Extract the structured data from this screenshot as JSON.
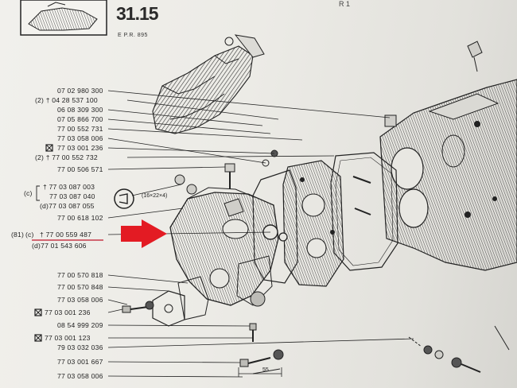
{
  "header": {
    "page_number": "31.15",
    "sub_label": "E   P.R. 895",
    "top_right": "R 1"
  },
  "labels": {
    "l1": "07 02 980 300",
    "l2": "(2)  † 04 28 537 100",
    "l3": "06 08 309 300",
    "l4": "07 05 866 700",
    "l5": "77 00 552 731",
    "l6": "77 03 058 006",
    "l7": "77 03 001 236",
    "l8": "(2)  † 77 00 552 732",
    "l9": "77 00 506 571",
    "l10": "† 77 03 087 003",
    "l11": "77 03 087 040",
    "l12": "(d)77 03 087 055",
    "l13": "77 00 618 102",
    "l14": "† 77 00 559 487",
    "l15": "(d)77 01 543 606",
    "l16": "77 00 570 818",
    "l17": "77 00 570 848",
    "l18": "77 03 058 006",
    "l19": "77 03 001 236",
    "l20": "08 54 999 209",
    "l21": "77 03 001 123",
    "l22": "79 03 032 036",
    "l23": "77 03 001 667",
    "l24": "77 03 058 006"
  },
  "markers": {
    "c_a": "(c)",
    "c_b": "(c)",
    "ref_81": "(81)"
  },
  "dimensions": {
    "seal": "(16×22×4)",
    "bolt_length": "55"
  },
  "colors": {
    "arrow": "#e31b23",
    "underline": "#c0152a",
    "ink": "#1c1c1c"
  },
  "icons": {
    "arrow": "arrow-right-icon",
    "seal": "seal-ring-icon",
    "replaced": "boxed-x-icon"
  }
}
